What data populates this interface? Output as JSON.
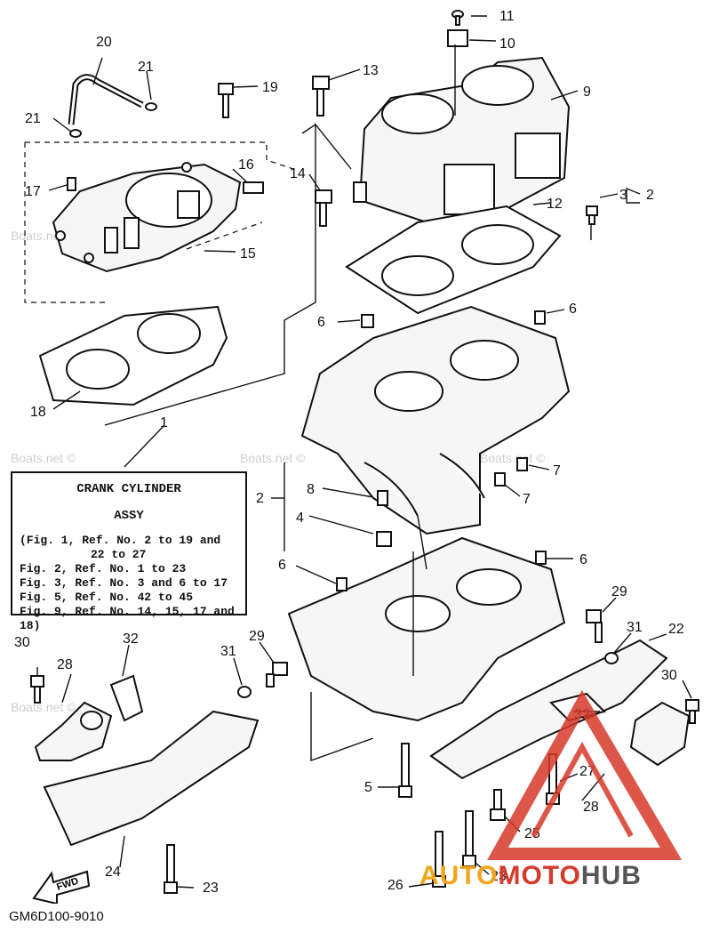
{
  "legend": {
    "title": "CRANK CYLINDER",
    "subtitle": "ASSY",
    "lines": [
      "(Fig. 1, Ref. No. 2 to 19 and",
      "22 to 27",
      "Fig. 2, Ref. No. 1 to 23",
      "Fig. 3, Ref. No. 3 and 6 to 17",
      "Fig. 5, Ref. No. 42 to 45",
      "Fig. 9, Ref. No. 14, 15, 17 and 18)"
    ]
  },
  "callouts": {
    "c1": "1",
    "c2a": "2",
    "c2b": "2",
    "c3": "3",
    "c4": "4",
    "c5": "5",
    "c6a": "6",
    "c6b": "6",
    "c6c": "6",
    "c6d": "6",
    "c7a": "7",
    "c7b": "7",
    "c8": "8",
    "c9": "9",
    "c10": "10",
    "c11": "11",
    "c12": "12",
    "c13": "13",
    "c14": "14",
    "c15": "15",
    "c16": "16",
    "c17": "17",
    "c18": "18",
    "c19": "19",
    "c20": "20",
    "c21a": "21",
    "c21b": "21",
    "c22": "22",
    "c23a": "23",
    "c23b": "23",
    "c24": "24",
    "c25": "25",
    "c26": "26",
    "c27": "27",
    "c28a": "28",
    "c28b": "28",
    "c29a": "29",
    "c29b": "29",
    "c30a": "30",
    "c30b": "30",
    "c31a": "31",
    "c31b": "31",
    "c32a": "32",
    "c32b": "32"
  },
  "diagram_code": "GM6D100-9010",
  "fwd_label": "FWD",
  "watermark": "Boats.net ©",
  "brand": {
    "part1": "AUTO",
    "part2": "MOTO",
    "part3": "HUB",
    "colors": {
      "auto": "#f0a51a",
      "moto": "#d63a2a",
      "hub": "#555555"
    }
  }
}
